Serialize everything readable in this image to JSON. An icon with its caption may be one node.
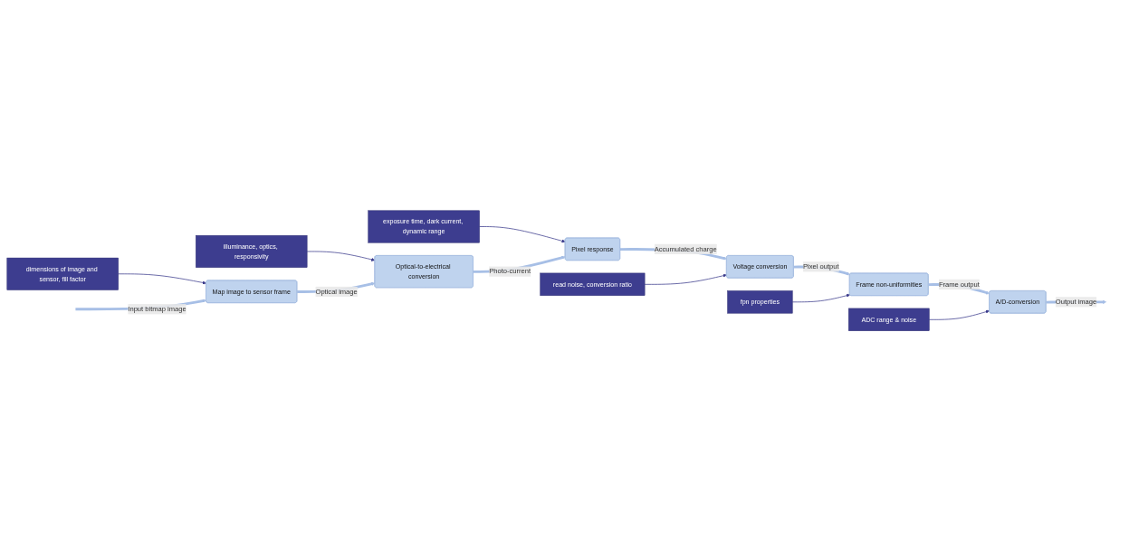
{
  "diagram": {
    "nodes": [
      {
        "text": [
          "dimensions of image and sensor, fill factor"
        ]
      },
      {
        "text": [
          "illuminance, optics, responsivity"
        ]
      },
      {
        "text": [
          "exposure time, dark current, dynamic range"
        ]
      },
      {
        "text": [
          "Map image to sensor frame"
        ]
      },
      {
        "text": [
          "Optical-to-electrical conversion"
        ]
      },
      {
        "text": [
          "Pixel response"
        ]
      },
      {
        "text": [
          "Voltage conversion"
        ]
      },
      {
        "text": [
          "Frame non-uniformities"
        ]
      },
      {
        "text": [
          "A/D-conversion"
        ]
      },
      {
        "text": [
          "read noise, conversion ratio"
        ]
      },
      {
        "text": [
          "fpn properties"
        ]
      },
      {
        "text": [
          "ADC range & noise"
        ]
      }
    ],
    "edges": [
      {
        "from": 0,
        "to": 3,
        "arrow": "to",
        "color": "#3b3b8c"
      },
      {
        "from": 1,
        "to": 4,
        "arrow": "to",
        "color": "#3b3b8c"
      },
      {
        "from": 2,
        "to": 5,
        "arrow": "to",
        "color": "#3b3b8c"
      },
      {
        "from": null,
        "to": 3,
        "arrow": "to",
        "label": "Input bitmap image"
      },
      {
        "from": 3,
        "to": 4,
        "arrow": "to",
        "label": "Optical image"
      },
      {
        "from": 4,
        "to": 5,
        "arrow": "to",
        "label": "Photo-current"
      },
      {
        "from": 5,
        "to": 6,
        "arrow": "to",
        "label": "Accumulated charge"
      },
      {
        "from": 6,
        "to": 7,
        "arrow": "to",
        "label": "Pixel output"
      },
      {
        "from": 7,
        "to": 8,
        "arrow": "to",
        "label": "Frame output"
      },
      {
        "from": 8,
        "to": null,
        "arrow": "to",
        "label": "Output image"
      },
      {
        "from": 9,
        "to": 6,
        "arrow": "to",
        "color": "#3b3b8c"
      },
      {
        "from": 10,
        "to": 7,
        "arrow": "to",
        "color": "#3b3b8c"
      },
      {
        "from": 11,
        "to": 8,
        "arrow": "to",
        "color": "#3b3b8c"
      }
    ]
  }
}
